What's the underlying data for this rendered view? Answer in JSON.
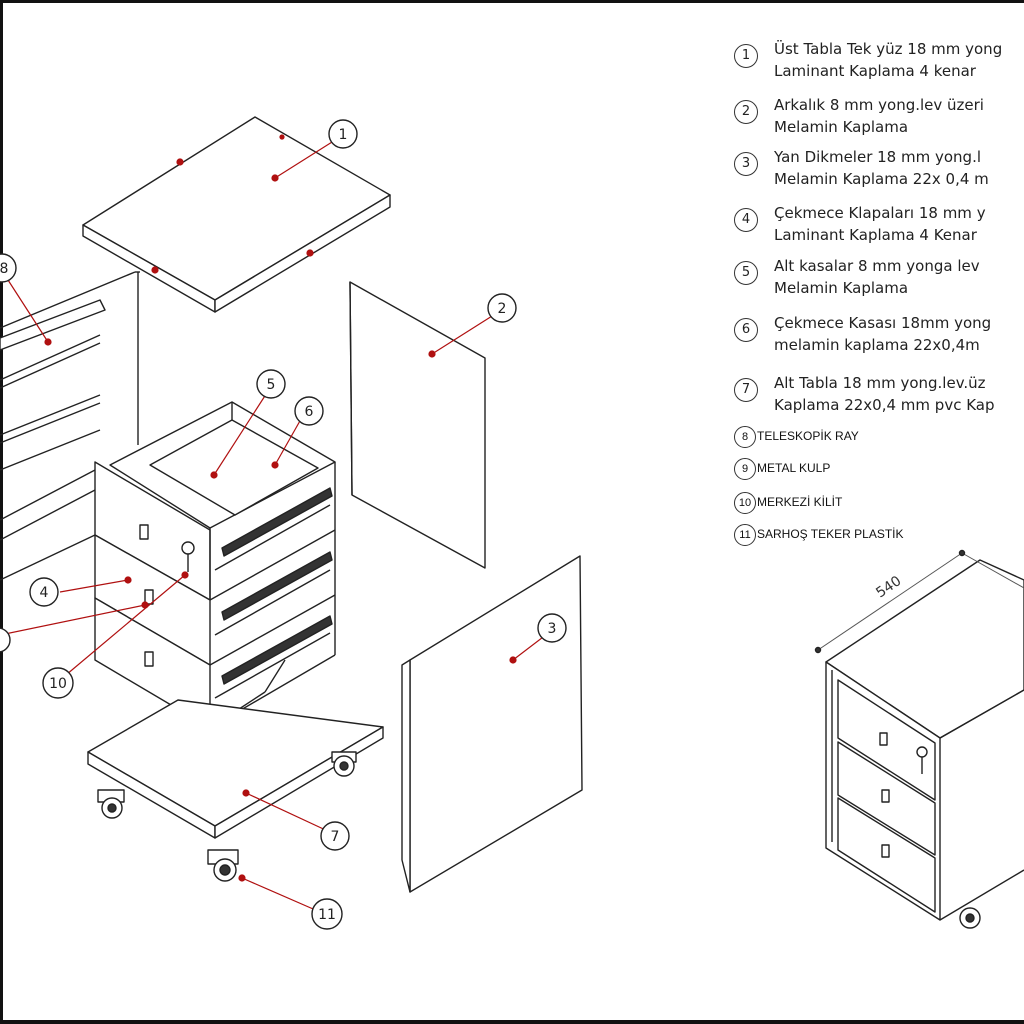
{
  "legend": [
    {
      "num": "1",
      "line1": "Üst Tabla Tek yüz 18 mm yong",
      "line2": "Laminant Kaplama 4 kenar"
    },
    {
      "num": "2",
      "line1": "Arkalık 8 mm yong.lev üzeri",
      "line2": "Melamin Kaplama"
    },
    {
      "num": "3",
      "line1": "Yan Dikmeler 18 mm yong.l",
      "line2": "Melamin Kaplama 22x 0,4 m"
    },
    {
      "num": "4",
      "line1": "Çekmece Klapaları 18 mm y",
      "line2": "Laminant Kaplama 4 Kenar"
    },
    {
      "num": "5",
      "line1": "Alt kasalar 8 mm yonga lev",
      "line2": "Melamin Kaplama"
    },
    {
      "num": "6",
      "line1": "Çekmece Kasası 18mm yong",
      "line2": "melamin kaplama 22x0,4m"
    },
    {
      "num": "7",
      "line1": "Alt Tabla 18 mm yong.lev.üz",
      "line2": "Kaplama 22x0,4 mm pvc Kap"
    }
  ],
  "legend_small": [
    {
      "num": "8",
      "text": "TELESKOPİK RAY"
    },
    {
      "num": "9",
      "text": "METAL KULP"
    },
    {
      "num": "10",
      "text": "MERKEZİ KİLİT"
    },
    {
      "num": "11",
      "text": "SARHOŞ TEKER PLASTİK"
    }
  ],
  "callouts": {
    "c1": "1",
    "c2": "2",
    "c3": "3",
    "c4": "4",
    "c5": "5",
    "c6": "6",
    "c7": "7",
    "c8": "8",
    "c10": "10",
    "c11": "11"
  },
  "dimension": "540",
  "colors": {
    "line": "#222222",
    "leader": "#b01010",
    "dot": "#b01010"
  }
}
